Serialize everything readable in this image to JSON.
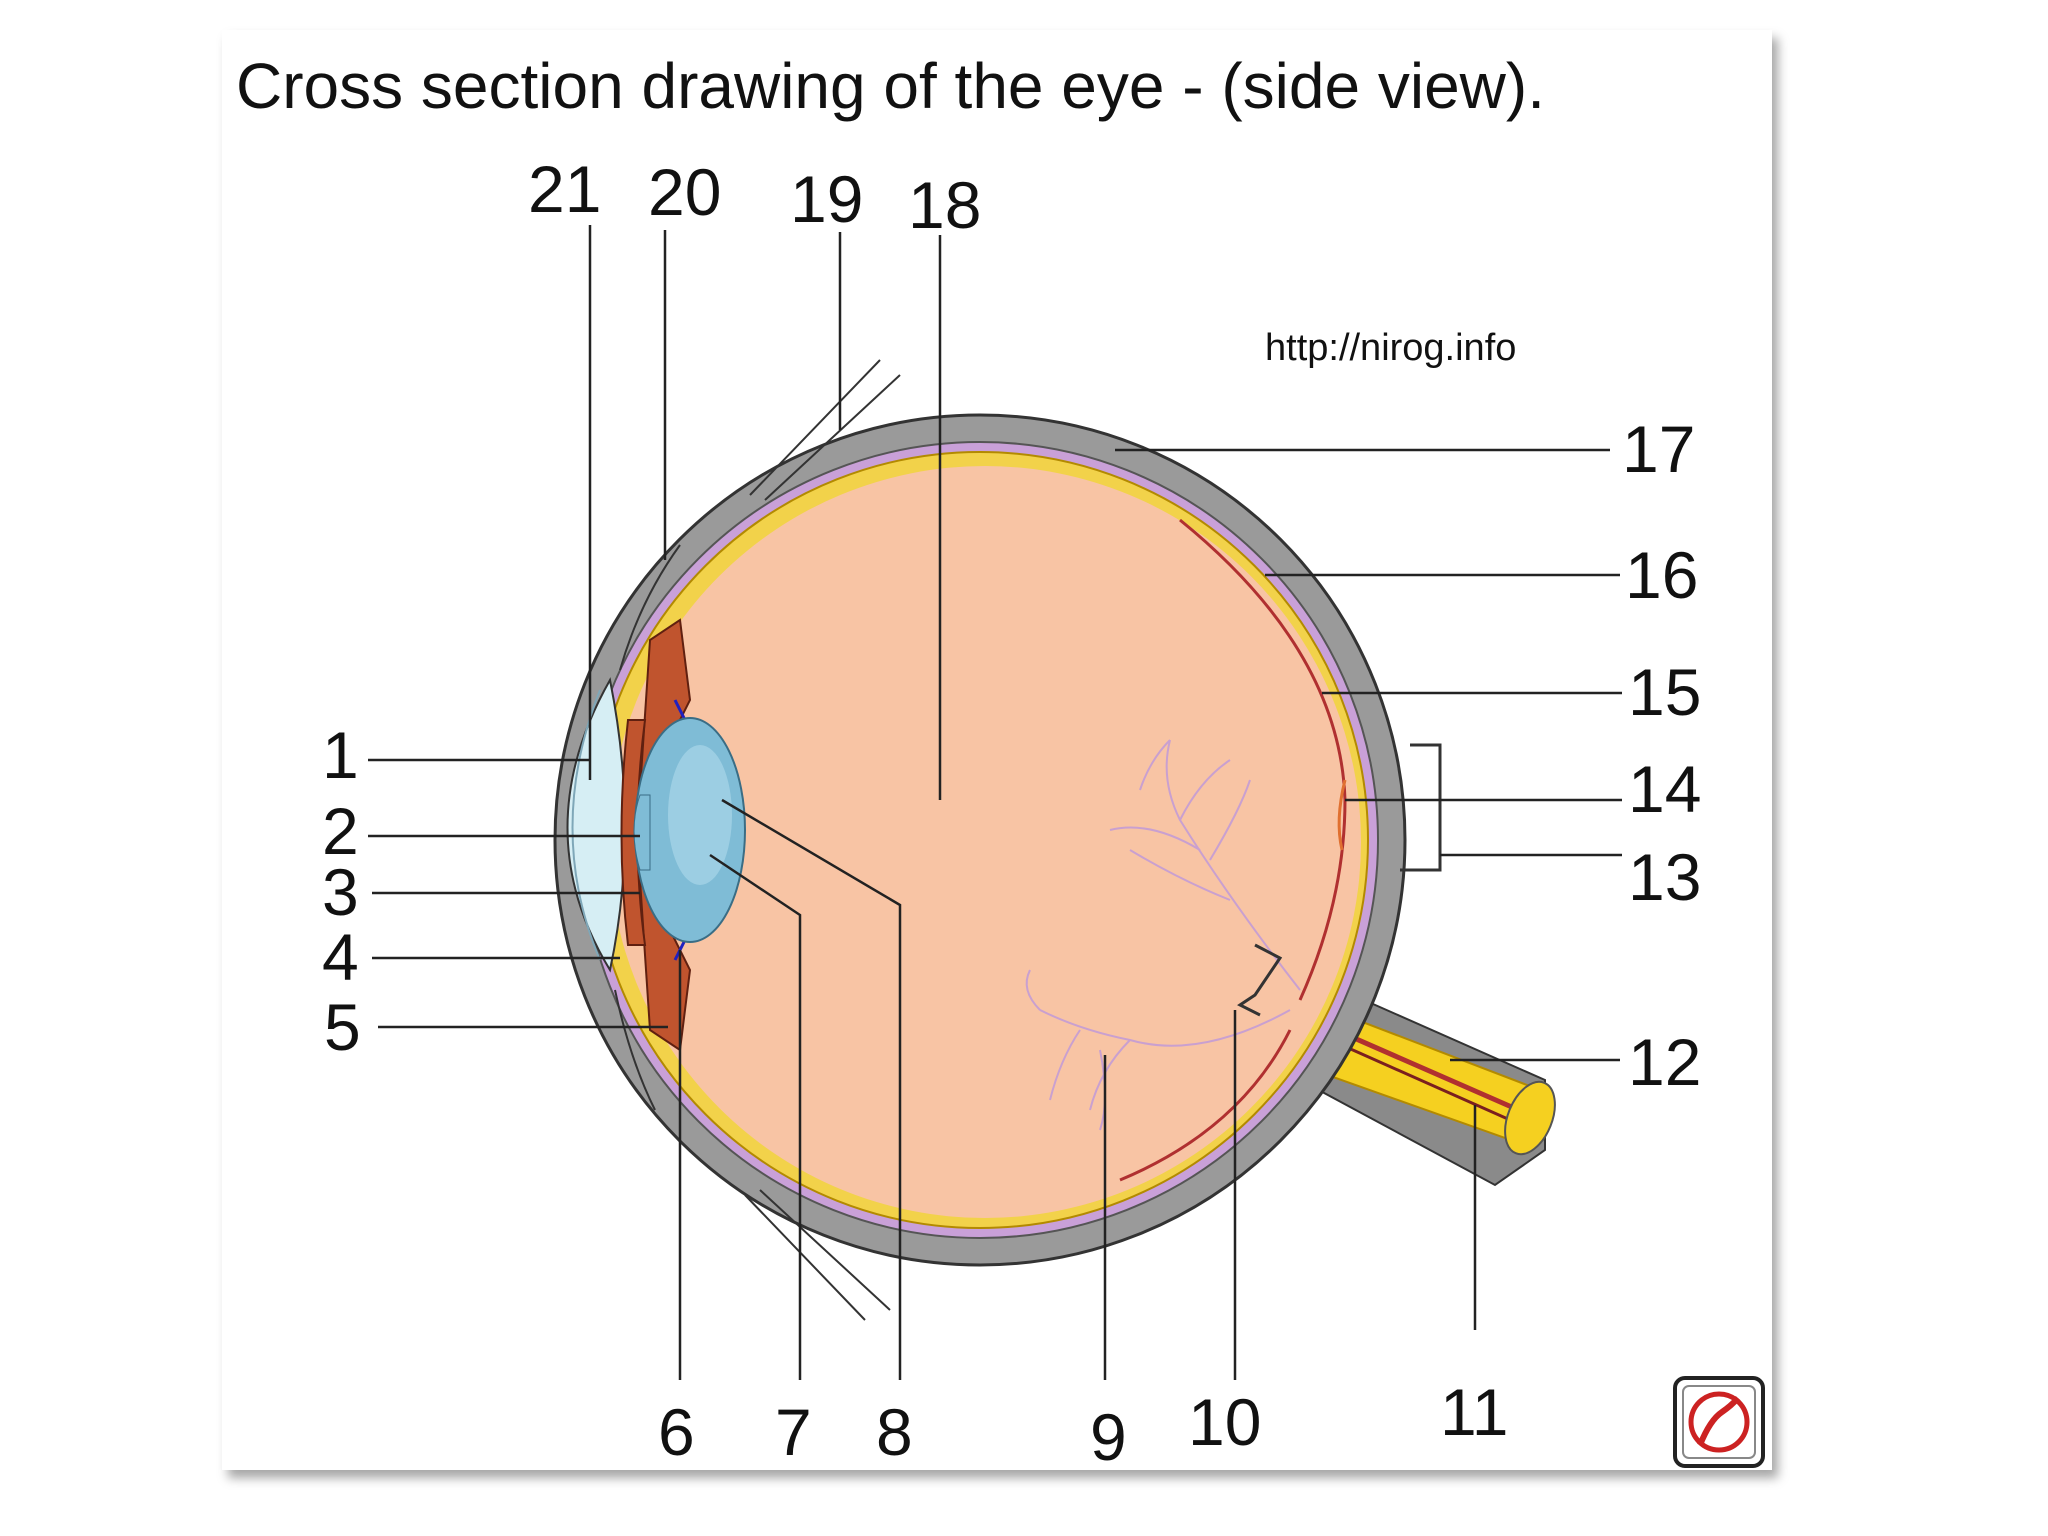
{
  "title": "Cross section drawing of the eye - (side view).",
  "watermark": "http://nirog.info",
  "logo": "nirog-logo-icon",
  "colors": {
    "sclera": "#9a9a9a",
    "vitreous": "#f8c4a4",
    "retina": "#f2d24a",
    "choroid": "#c9a0d8",
    "iris": "#c0542e",
    "lens": "#7fbcd6",
    "cornea": "#d6eef4",
    "optic_nerve": "#f5d020",
    "vessels": "#b03030",
    "vein_lines": "#c9a0d0",
    "logo_red": "#cc2222"
  },
  "labels": {
    "l1": "1",
    "l2": "2",
    "l3": "3",
    "l4": "4",
    "l5": "5",
    "l6": "6",
    "l7": "7",
    "l8": "8",
    "l9": "9",
    "l10": "10",
    "l11": "11",
    "l12": "12",
    "l13": "13",
    "l14": "14",
    "l15": "15",
    "l16": "16",
    "l17": "17",
    "l18": "18",
    "l19": "19",
    "l20": "20",
    "l21": "21"
  }
}
